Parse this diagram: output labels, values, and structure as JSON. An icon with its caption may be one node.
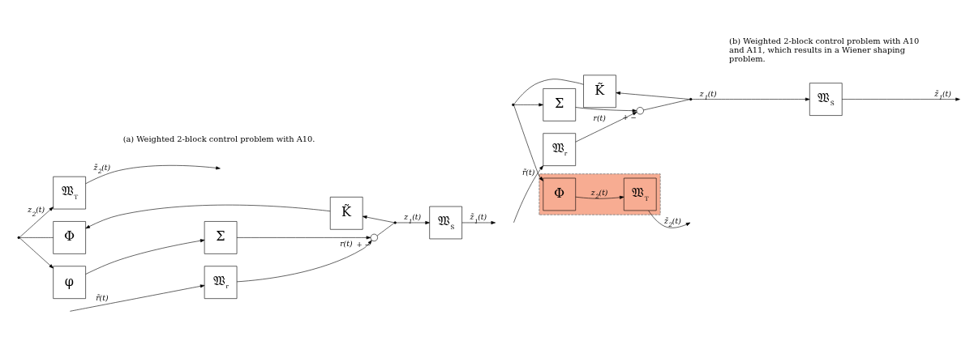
{
  "diagram": {
    "nodes": [
      {
        "text": [
          "𝔚$_{T}$"
        ]
      },
      {
        "text": [
          "𝔚$_{r}$"
        ]
      },
      {
        "text": [
          "φ"
        ]
      },
      {
        "text": [
          "Σ"
        ]
      },
      {
        "text": [],
        "shape": "circle",
        "beside": [
          "+",
          "−"
        ]
      },
      {
        "text": [
          "𝔚$_{S}$"
        ]
      },
      {
        "text": [
          "Φ"
        ]
      },
      {
        "text": [
          "K̃"
        ]
      },
      {
        "text": [],
        "shape": "point"
      },
      {
        "text": [],
        "shape": "point"
      },
      {
        "text": [
          "𝔚$_{r}$"
        ]
      },
      {
        "text": [
          "Σ"
        ]
      },
      {
        "text": [],
        "shape": "circle",
        "beside": [
          "+",
          "−"
        ]
      },
      {
        "text": [
          "𝔚$_{S}$"
        ]
      },
      {
        "text": [],
        "shape": "box"
      },
      {
        "text": [
          "Φ"
        ],
        "in": 14
      },
      {
        "text": [
          "𝔚$_{T}$"
        ],
        "in": 14
      },
      {
        "text": [
          "K̃"
        ]
      },
      {
        "text": [],
        "shape": "point"
      },
      {
        "text": [],
        "shape": "point"
      }
    ],
    "edges": [
      {
        "from": 8,
        "to": 0,
        "arrow": "to",
        "label": "z$_{2}$(t)"
      },
      {
        "from": 0,
        "to": null,
        "arrow": "to",
        "label": "z̃$_{2}$(t)"
      },
      {
        "from": null,
        "to": 1,
        "arrow": "to",
        "label": "r̃(t)"
      },
      {
        "from": 8,
        "to": 2,
        "arrow": "to"
      },
      {
        "from": 1,
        "to": 4,
        "arrow": "to",
        "label": "r(t)"
      },
      {
        "from": 2,
        "to": 3,
        "arrow": "to"
      },
      {
        "from": 3,
        "to": 4,
        "arrow": "to"
      },
      {
        "from": 4,
        "to": 9,
        "arrow": "none"
      },
      {
        "from": 9,
        "to": 5,
        "arrow": "to",
        "label": "z$_{1}$(t)"
      },
      {
        "from": 5,
        "to": null,
        "arrow": "to",
        "label": "z̃$_{1}$(t)"
      },
      {
        "from": 9,
        "to": 7,
        "arrow": "to"
      },
      {
        "from": 7,
        "to": 6,
        "arrow": "to"
      },
      {
        "from": 6,
        "to": 8,
        "arrow": "none"
      },
      {
        "from": null,
        "to": 10,
        "arrow": "to",
        "label": "r̃(t)"
      },
      {
        "from": 10,
        "to": 12,
        "arrow": "to",
        "label": "r(t)"
      },
      {
        "from": 11,
        "to": 12,
        "arrow": "to"
      },
      {
        "from": 12,
        "to": 18,
        "arrow": "none"
      },
      {
        "from": 18,
        "to": 13,
        "arrow": "to",
        "label": "z$_{1}$(t)"
      },
      {
        "from": 13,
        "to": null,
        "arrow": "to",
        "label": "z̃$_{1}$(t)"
      },
      {
        "from": 18,
        "to": 17,
        "arrow": "to"
      },
      {
        "from": 17,
        "to": 19,
        "arrow": "none"
      },
      {
        "from": 19,
        "to": 11,
        "arrow": "to"
      },
      {
        "from": 19,
        "to": 15,
        "arrow": "to"
      },
      {
        "from": 15,
        "to": 16,
        "arrow": "to",
        "label": "z$_{2}$(t)"
      },
      {
        "from": 16,
        "to": null,
        "arrow": "to",
        "label": "z̃$_{2}$(t)"
      }
    ],
    "labels": [
      "(a) Weighted 2-block control problem with A10.",
      "(b) Weighted 2-block control problem with A10 and A11, which results in a Wiener shaping problem."
    ]
  }
}
